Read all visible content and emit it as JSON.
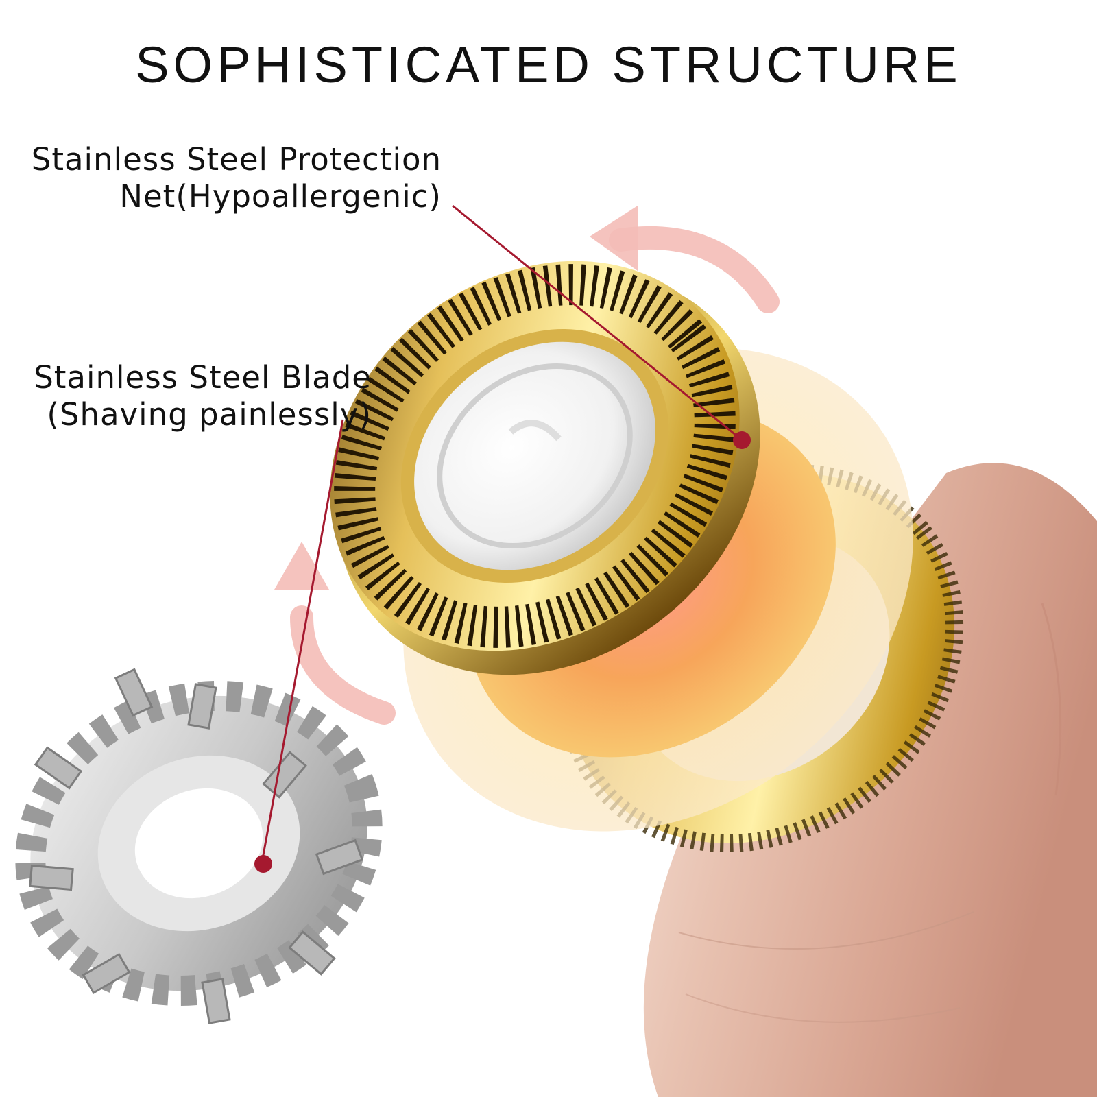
{
  "title": "SOPHISTICATED STRUCTURE",
  "callouts": {
    "net": {
      "line1": "Stainless Steel Protection",
      "line2": "Net(Hypoallergenic)"
    },
    "blade": {
      "line1": "Stainless Steel Blade",
      "line2": "(Shaving painlessly)"
    }
  },
  "colors": {
    "leader_line": "#a5192f",
    "gold": "#d4a12a",
    "rose_gold": "#e3b9a8",
    "rotation_arrow": "#f2b7b4",
    "glow": "#f7b24a"
  },
  "icons": [
    "rotation-arrow-icon",
    "blade-icon",
    "protection-net-icon"
  ]
}
